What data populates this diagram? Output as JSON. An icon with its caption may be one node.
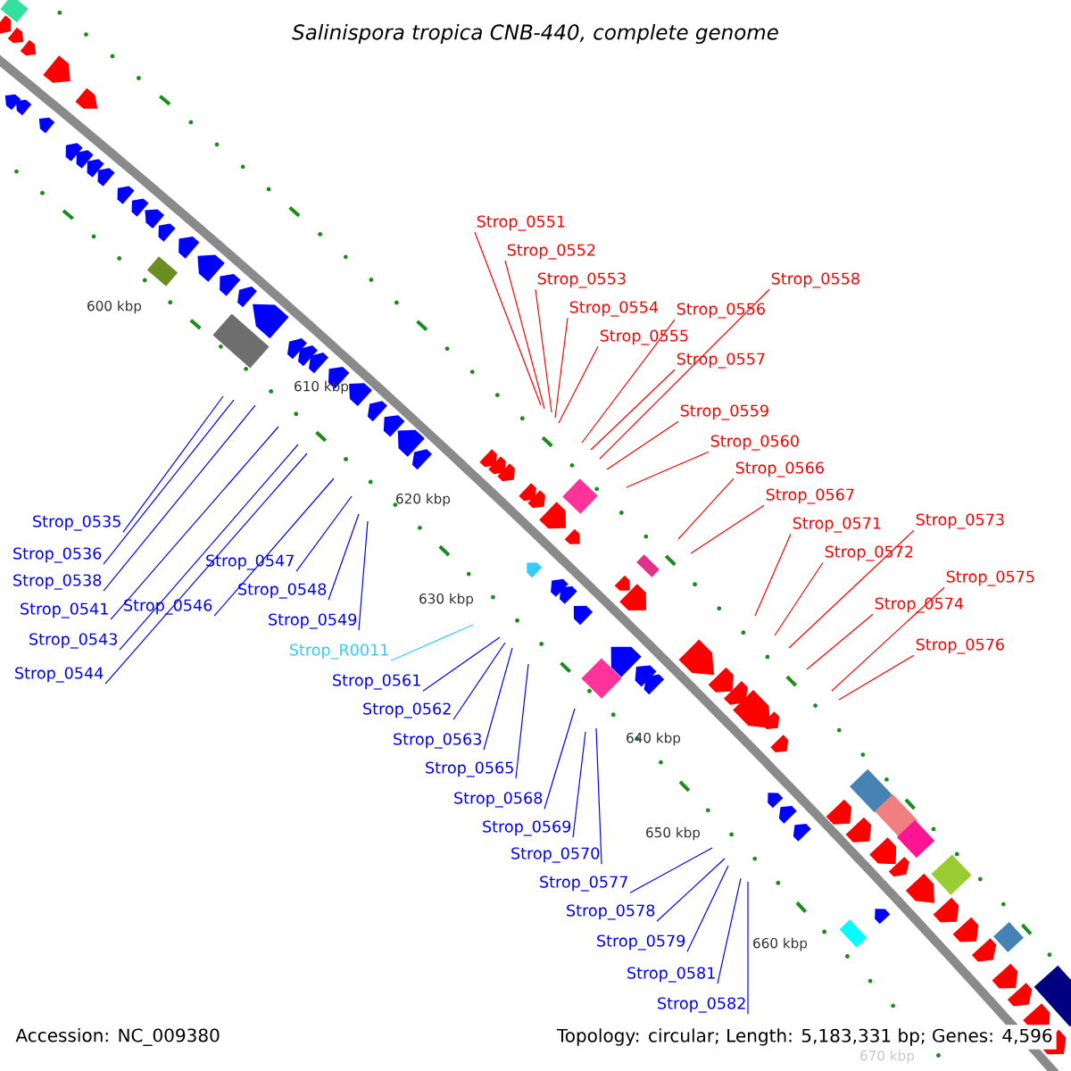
{
  "diagram": {
    "title": "Salinispora tropica CNB-440, complete genome",
    "nodes": [
      {
        "text": [
          "Strop_0551"
        ]
      },
      {
        "text": [
          "Strop_0552"
        ]
      },
      {
        "text": [
          "Strop_0553"
        ]
      },
      {
        "text": [
          "Strop_0554"
        ]
      },
      {
        "text": [
          "Strop_0555"
        ]
      },
      {
        "text": [
          "Strop_0556"
        ]
      },
      {
        "text": [
          "Strop_0557"
        ]
      },
      {
        "text": [
          "Strop_0558"
        ]
      },
      {
        "text": [
          "Strop_0559"
        ]
      },
      {
        "text": [
          "Strop_0560"
        ]
      },
      {
        "text": [
          "Strop_0566"
        ]
      },
      {
        "text": [
          "Strop_0567"
        ]
      },
      {
        "text": [
          "Strop_0571"
        ]
      },
      {
        "text": [
          "Strop_0572"
        ]
      },
      {
        "text": [
          "Strop_0573"
        ]
      },
      {
        "text": [
          "Strop_0574"
        ]
      },
      {
        "text": [
          "Strop_0575"
        ]
      },
      {
        "text": [
          "Strop_0576"
        ]
      },
      {
        "text": [
          "Strop_0535"
        ]
      },
      {
        "text": [
          "Strop_0536"
        ]
      },
      {
        "text": [
          "Strop_0538"
        ]
      },
      {
        "text": [
          "Strop_0541"
        ]
      },
      {
        "text": [
          "Strop_0543"
        ]
      },
      {
        "text": [
          "Strop_0544"
        ]
      },
      {
        "text": [
          "Strop_0546"
        ]
      },
      {
        "text": [
          "Strop_0547"
        ]
      },
      {
        "text": [
          "Strop_0548"
        ]
      },
      {
        "text": [
          "Strop_0549"
        ]
      },
      {
        "text": [
          "Strop_R0011"
        ]
      },
      {
        "text": [
          "Strop_0561"
        ]
      },
      {
        "text": [
          "Strop_0562"
        ]
      },
      {
        "text": [
          "Strop_0563"
        ]
      },
      {
        "text": [
          "Strop_0565"
        ]
      },
      {
        "text": [
          "Strop_0568"
        ]
      },
      {
        "text": [
          "Strop_0569"
        ]
      },
      {
        "text": [
          "Strop_0570"
        ]
      },
      {
        "text": [
          "Strop_0577"
        ]
      },
      {
        "text": [
          "Strop_0578"
        ]
      },
      {
        "text": [
          "Strop_0579"
        ]
      },
      {
        "text": [
          "Strop_0581"
        ]
      },
      {
        "text": [
          "Strop_0582"
        ]
      }
    ],
    "edges": [
      {
        "from": 0,
        "to": null,
        "arrow": "none",
        "color": "#ff0000"
      },
      {
        "from": 1,
        "to": null,
        "arrow": "none",
        "color": "#ff0000"
      },
      {
        "from": 2,
        "to": null,
        "arrow": "none",
        "color": "#ff0000"
      },
      {
        "from": 3,
        "to": null,
        "arrow": "none",
        "color": "#ff0000"
      },
      {
        "from": 4,
        "to": null,
        "arrow": "none",
        "color": "#ff0000"
      },
      {
        "from": 5,
        "to": null,
        "arrow": "none",
        "color": "#ff0000"
      },
      {
        "from": 6,
        "to": null,
        "arrow": "none",
        "color": "#ff0000"
      },
      {
        "from": 7,
        "to": null,
        "arrow": "none",
        "color": "#ff0000"
      },
      {
        "from": 8,
        "to": null,
        "arrow": "none",
        "color": "#ff0000"
      },
      {
        "from": 9,
        "to": null,
        "arrow": "none",
        "color": "#ff0000"
      },
      {
        "from": 10,
        "to": null,
        "arrow": "none",
        "color": "#ff0000"
      },
      {
        "from": 11,
        "to": null,
        "arrow": "none",
        "color": "#ff0000"
      },
      {
        "from": 12,
        "to": null,
        "arrow": "none",
        "color": "#ff0000"
      },
      {
        "from": 13,
        "to": null,
        "arrow": "none",
        "color": "#ff0000"
      },
      {
        "from": 14,
        "to": null,
        "arrow": "none",
        "color": "#ff0000"
      },
      {
        "from": 15,
        "to": null,
        "arrow": "none",
        "color": "#ff0000"
      },
      {
        "from": 16,
        "to": null,
        "arrow": "none",
        "color": "#ff0000"
      },
      {
        "from": 17,
        "to": null,
        "arrow": "none",
        "color": "#ff0000"
      },
      {
        "from": 18,
        "to": null,
        "arrow": "none"
      },
      {
        "from": 19,
        "to": null,
        "arrow": "none"
      },
      {
        "from": 20,
        "to": null,
        "arrow": "none"
      },
      {
        "from": 21,
        "to": null,
        "arrow": "none"
      },
      {
        "from": 22,
        "to": null,
        "arrow": "none"
      },
      {
        "from": 23,
        "to": null,
        "arrow": "none"
      },
      {
        "from": 24,
        "to": null,
        "arrow": "none"
      },
      {
        "from": 25,
        "to": null,
        "arrow": "none"
      },
      {
        "from": 26,
        "to": null,
        "arrow": "none"
      },
      {
        "from": 27,
        "to": null,
        "arrow": "none"
      },
      {
        "from": 28,
        "to": null,
        "arrow": "none",
        "color": "#33ccff"
      },
      {
        "from": 29,
        "to": null,
        "arrow": "none"
      },
      {
        "from": 30,
        "to": null,
        "arrow": "none"
      },
      {
        "from": 31,
        "to": null,
        "arrow": "none"
      },
      {
        "from": 32,
        "to": null,
        "arrow": "none"
      },
      {
        "from": 33,
        "to": null,
        "arrow": "none"
      },
      {
        "from": 34,
        "to": null,
        "arrow": "none"
      },
      {
        "from": 35,
        "to": null,
        "arrow": "none"
      },
      {
        "from": 36,
        "to": null,
        "arrow": "none"
      },
      {
        "from": 37,
        "to": null,
        "arrow": "none"
      },
      {
        "from": 38,
        "to": null,
        "arrow": "none"
      },
      {
        "from": 39,
        "to": null,
        "arrow": "none"
      },
      {
        "from": 40,
        "to": null,
        "arrow": "none"
      }
    ],
    "labels": [
      "600 kbp",
      "610 kbp",
      "620 kbp",
      "630 kbp",
      "640 kbp",
      "650 kbp",
      "660 kbp",
      "670 kbp",
      "Accession: NC_009380",
      "Topology: circular; Length: 5,183,331 bp; Genes: 4,596"
    ]
  }
}
